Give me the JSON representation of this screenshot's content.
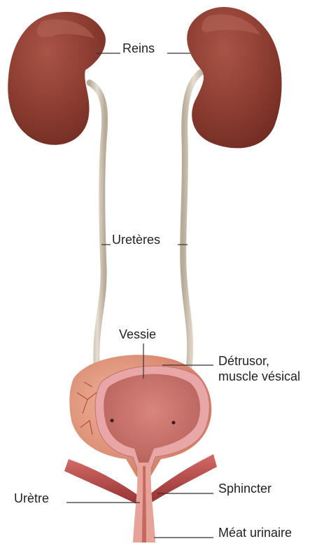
{
  "labels": {
    "reins": "Reins",
    "ureteres": "Uretères",
    "vessie": "Vessie",
    "detrusor_line1": "Détrusor,",
    "detrusor_line2": "muscle vésical",
    "sphincter": "Sphincter",
    "uretre": "Urètre",
    "meat": "Méat urinaire"
  },
  "colors": {
    "kidney": "#8a3b2f",
    "kidney_highlight": "#a85447",
    "ureter": "#d4c9ba",
    "bladder_outer": "#d98a6f",
    "bladder_inner": "#c8736d",
    "detrusor": "#e8a6a6",
    "muscle": "#b94c4a",
    "leader_line": "#333333"
  }
}
